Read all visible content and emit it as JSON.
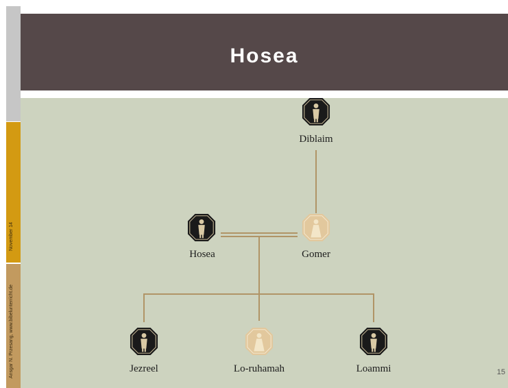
{
  "title": "Hosea",
  "sidebar": {
    "top_text": "November 14",
    "bottom_text": "Ansgar N. Przesang, www.bibelunterricht.de"
  },
  "people": {
    "diblaim": "Diblaim",
    "hosea": "Hosea",
    "gomer": "Gomer",
    "jezreel": "Jezreel",
    "loruhamah": "Lo-ruhamah",
    "loammi": "Loammi"
  },
  "page_number": "15",
  "colors": {
    "banner": "#554849",
    "panel": "#cdd3bf",
    "connector": "#b09466",
    "male_icon": "#1a1a1a",
    "female_icon": "#e2c89d"
  },
  "icons": {
    "male": "male-figure-icon",
    "female": "female-figure-icon"
  }
}
